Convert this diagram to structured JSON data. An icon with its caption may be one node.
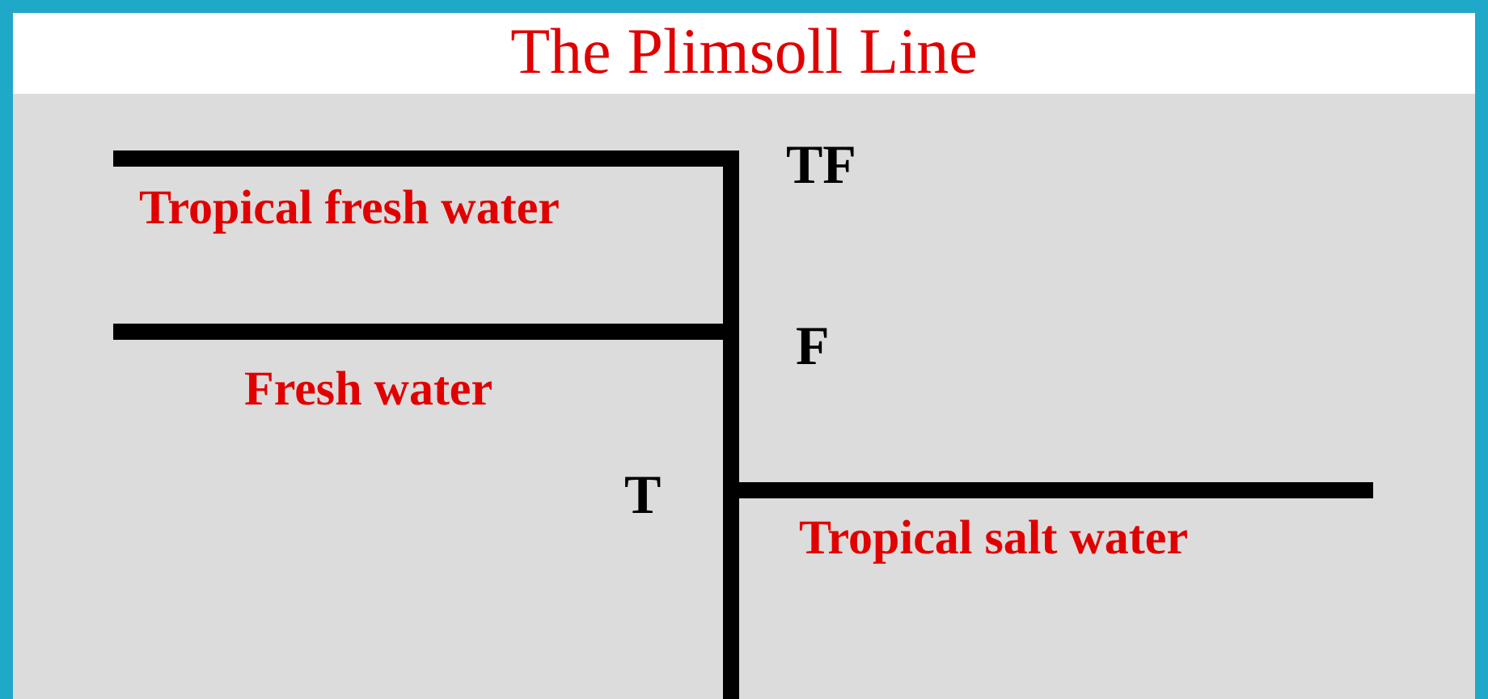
{
  "diagram": {
    "title": "The Plimsoll Line",
    "labels": [
      "TF",
      "Tropical fresh water",
      "F",
      "Fresh water",
      "T",
      "Tropical salt water"
    ]
  }
}
